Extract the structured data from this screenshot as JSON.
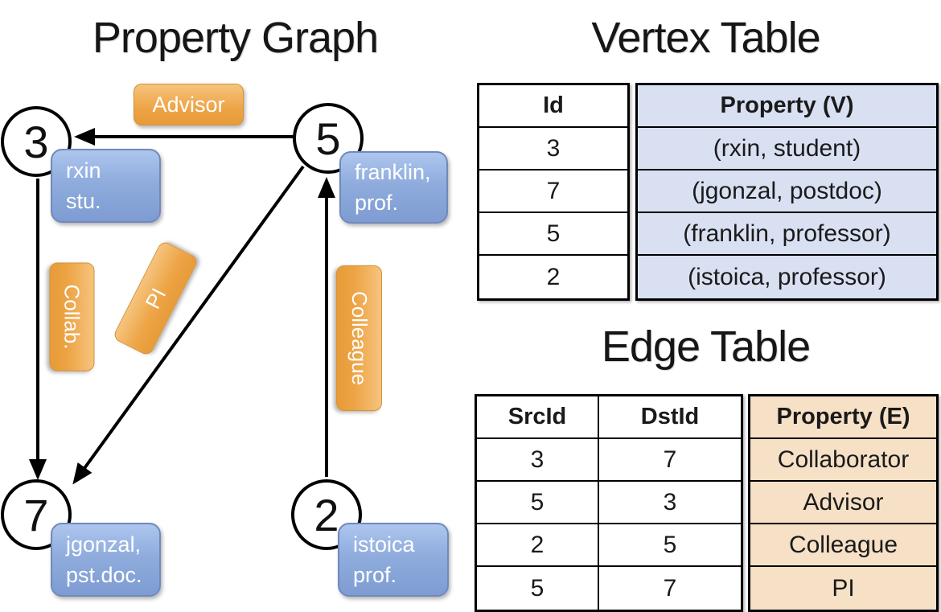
{
  "graph": {
    "title": "Property Graph",
    "nodes": [
      {
        "id": "3",
        "property_line1": "rxin",
        "property_line2": "stu."
      },
      {
        "id": "5",
        "property_line1": "franklin,",
        "property_line2": "prof."
      },
      {
        "id": "7",
        "property_line1": "jgonzal,",
        "property_line2": "pst.doc."
      },
      {
        "id": "2",
        "property_line1": "istoica",
        "property_line2": "prof."
      }
    ],
    "edge_labels": {
      "advisor": "Advisor",
      "collaborator": "Collab.",
      "pi": "PI",
      "colleague": "Colleague"
    }
  },
  "vertex_table": {
    "title": "Vertex Table",
    "headers": {
      "id": "Id",
      "property": "Property (V)"
    },
    "rows": [
      {
        "id": "3",
        "property": "(rxin, student)"
      },
      {
        "id": "7",
        "property": "(jgonzal, postdoc)"
      },
      {
        "id": "5",
        "property": "(franklin, professor)"
      },
      {
        "id": "2",
        "property": "(istoica, professor)"
      }
    ]
  },
  "edge_table": {
    "title": "Edge Table",
    "headers": {
      "src": "SrcId",
      "dst": "DstId",
      "property": "Property (E)"
    },
    "rows": [
      {
        "src": "3",
        "dst": "7",
        "property": "Collaborator"
      },
      {
        "src": "5",
        "dst": "3",
        "property": "Advisor"
      },
      {
        "src": "2",
        "dst": "5",
        "property": "Colleague"
      },
      {
        "src": "5",
        "dst": "7",
        "property": "PI"
      }
    ]
  },
  "colors": {
    "edge_label_orange": "#EDA445",
    "edge_label_orange_light": "#F6C47E",
    "edge_label_border": "#D79136",
    "vertex_label_blue": "#7E9CD2",
    "vertex_label_blue_light": "#ADC6EE",
    "vertex_label_border": "#7189BC",
    "vertex_property_bg": "#D8E0F2",
    "edge_property_bg": "#F6E0C6",
    "line_black": "#000000"
  }
}
